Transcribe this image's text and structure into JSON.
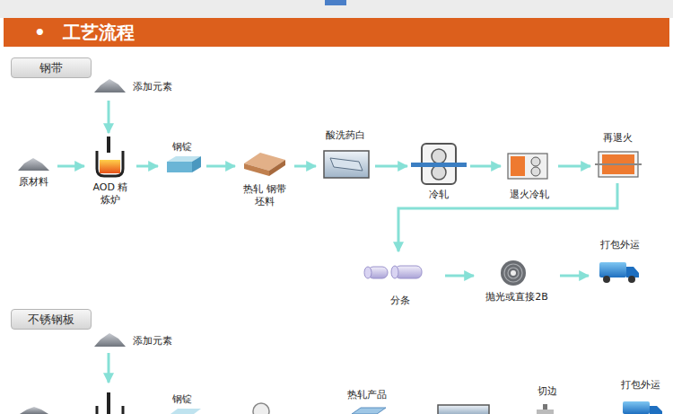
{
  "diagram": {
    "title": "工艺流程",
    "nodes": [
      {
        "text": [
          "钢带"
        ]
      },
      {
        "text": [
          "添加元素"
        ]
      },
      {
        "text": [
          "原材料"
        ]
      },
      {
        "text": [
          "AOD 精炼炉"
        ]
      },
      {
        "text": [
          "钢锭"
        ]
      },
      {
        "text": [
          "热轧 钢带坯料"
        ]
      },
      {
        "text": [
          "酸洗药白"
        ]
      },
      {
        "text": [
          "冷轧"
        ]
      },
      {
        "text": [
          "退火冷轧"
        ]
      },
      {
        "text": [
          "再退火"
        ]
      },
      {
        "text": [
          "分条"
        ]
      },
      {
        "text": [
          "抛光或直接2B"
        ]
      },
      {
        "text": [
          "打包外运"
        ]
      },
      {
        "text": [
          "不锈钢板"
        ]
      },
      {
        "text": [
          "添加元素"
        ]
      },
      {
        "text": [
          "钢锭"
        ]
      },
      {
        "text": [
          "热轧产品"
        ]
      },
      {
        "text": [
          "切边"
        ]
      },
      {
        "text": [
          "打包外运"
        ]
      }
    ],
    "edges": [
      {
        "from": 1,
        "to": 3,
        "arrow": "to"
      },
      {
        "from": 2,
        "to": 3,
        "arrow": "to"
      },
      {
        "from": 3,
        "to": 4,
        "arrow": "to"
      },
      {
        "from": 4,
        "to": 5,
        "arrow": "to"
      },
      {
        "from": 5,
        "to": 6,
        "arrow": "to"
      },
      {
        "from": 6,
        "to": 7,
        "arrow": "to"
      },
      {
        "from": 7,
        "to": 8,
        "arrow": "to"
      },
      {
        "from": 8,
        "to": 9,
        "arrow": "to"
      },
      {
        "from": 9,
        "to": 10,
        "arrow": "to"
      },
      {
        "from": 10,
        "to": 11,
        "arrow": "to"
      },
      {
        "from": 11,
        "to": 12,
        "arrow": "to"
      }
    ],
    "labels": [
      "•"
    ]
  }
}
